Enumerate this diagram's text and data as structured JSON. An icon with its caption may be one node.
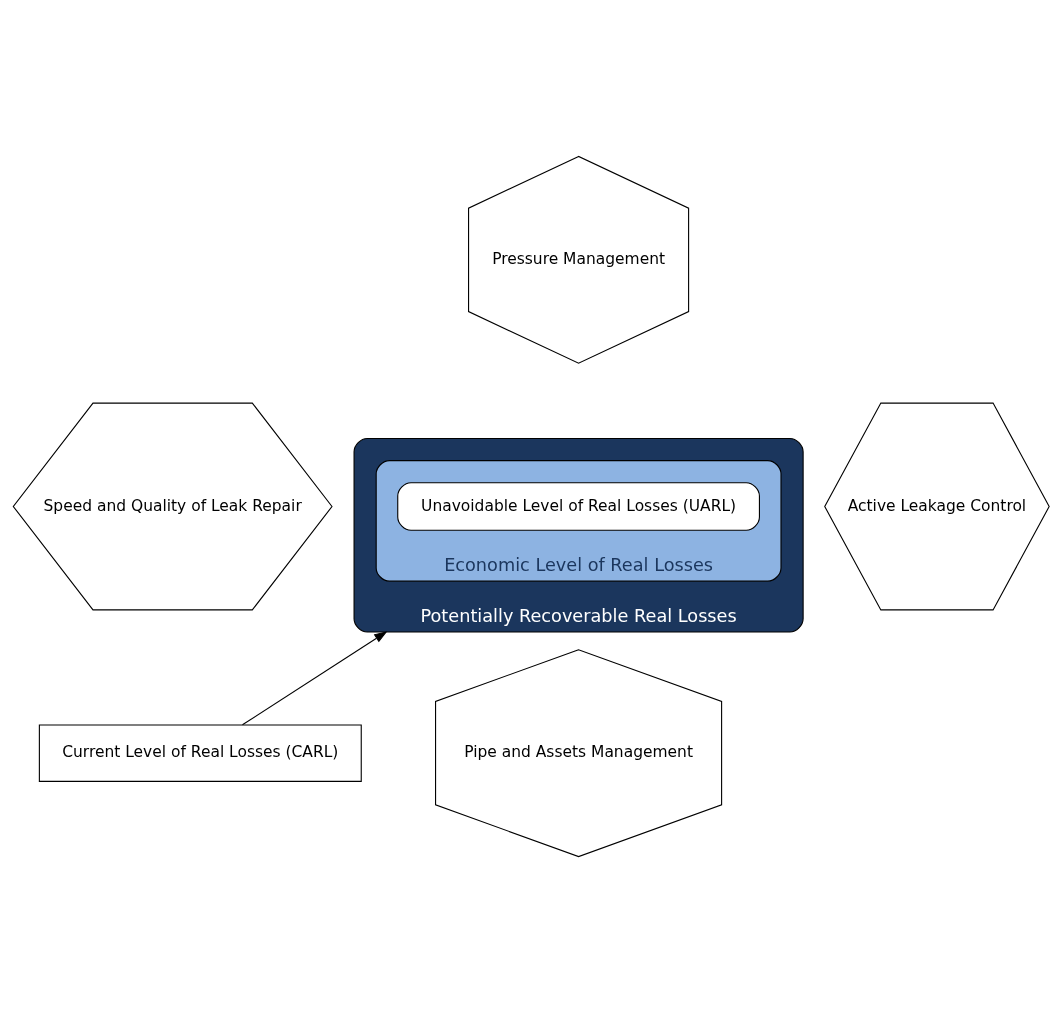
{
  "diagram": {
    "nodes": [
      {
        "text": [
          "Pressure Management"
        ]
      },
      {
        "text": [
          "Speed and Quality of Leak Repair"
        ]
      },
      {
        "text": [
          "Potentially Recoverable Real Losses"
        ]
      },
      {
        "text": [
          "Economic Level of Real Losses"
        ],
        "in": 2
      },
      {
        "text": [
          "Unavoidable Level of Real Losses (UARL)"
        ],
        "in": 3
      },
      {
        "text": [
          "Active Leakage Control"
        ]
      },
      {
        "text": [
          "Current Level of Real Losses (CARL)"
        ]
      },
      {
        "text": [
          "Pipe and Assets Management"
        ]
      }
    ],
    "edges": [
      {
        "from": 6,
        "to": 2,
        "arrow": "to"
      }
    ]
  }
}
